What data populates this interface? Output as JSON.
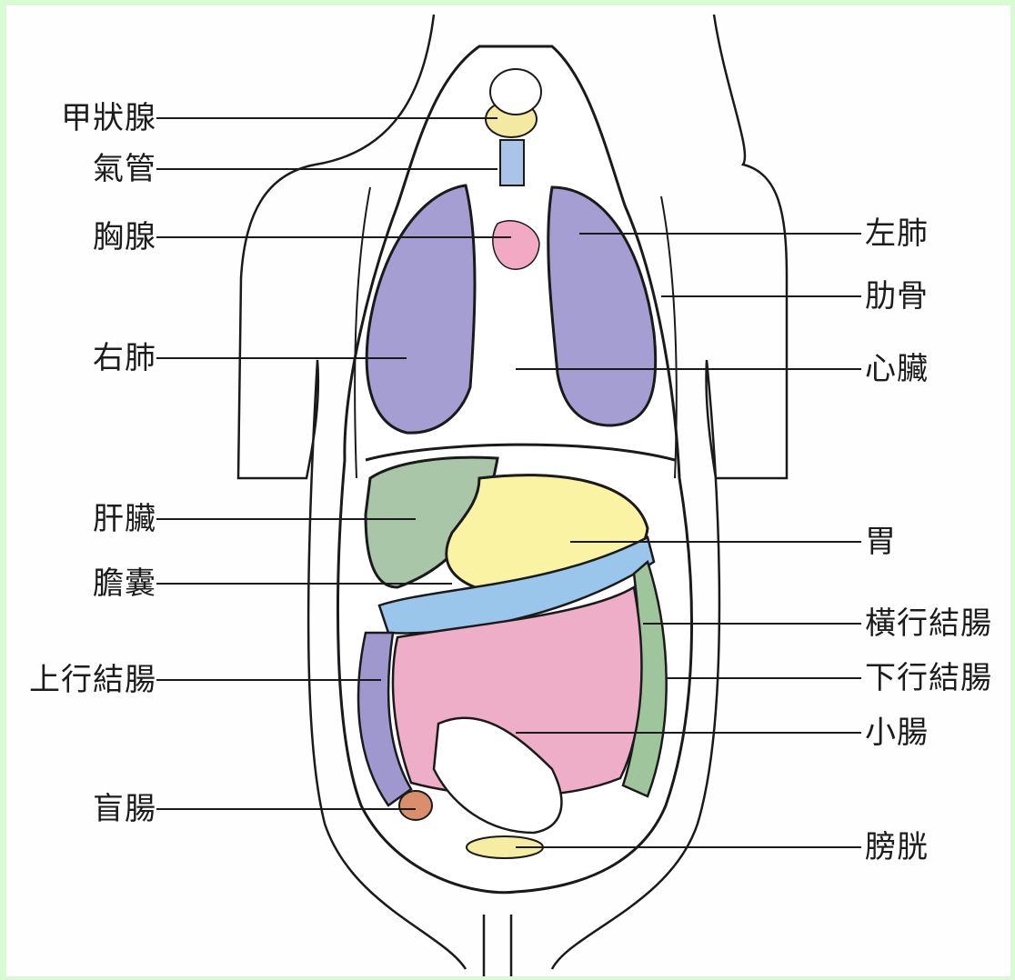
{
  "labels_left": [
    {
      "key": "thyroid",
      "text": "甲狀腺"
    },
    {
      "key": "trachea",
      "text": "氣管"
    },
    {
      "key": "thymus",
      "text": "胸腺"
    },
    {
      "key": "right-lung",
      "text": "右肺"
    },
    {
      "key": "liver",
      "text": "肝臟"
    },
    {
      "key": "gallbladder",
      "text": "膽囊"
    },
    {
      "key": "ascending-colon",
      "text": "上行結腸"
    },
    {
      "key": "cecum",
      "text": "盲腸"
    }
  ],
  "labels_right": [
    {
      "key": "left-lung",
      "text": "左肺"
    },
    {
      "key": "ribs",
      "text": "肋骨"
    },
    {
      "key": "heart",
      "text": "心臟"
    },
    {
      "key": "stomach",
      "text": "胃"
    },
    {
      "key": "transverse-colon",
      "text": "橫行結腸"
    },
    {
      "key": "descending-colon",
      "text": "下行結腸"
    },
    {
      "key": "small-intestine",
      "text": "小腸"
    },
    {
      "key": "bladder",
      "text": "膀胱"
    }
  ],
  "colors": {
    "page_border": "#d9fbd4",
    "background": "#fefefe",
    "outline": "#1a1a1a",
    "lung": "#a59ed3",
    "liver": "#a9c6a8",
    "stomach": "#fbf3a4",
    "transverse_colon": "#9bc6ec",
    "ascending_colon": "#9e98cf",
    "descending_colon": "#9ec59c",
    "small_intestine": "#eeaec8",
    "thymus": "#f1a9c4",
    "thyroid": "#f3e9a0",
    "trachea": "#a9c4e6",
    "cecum": "#d98f6c",
    "bladder": "#f5eea2"
  }
}
